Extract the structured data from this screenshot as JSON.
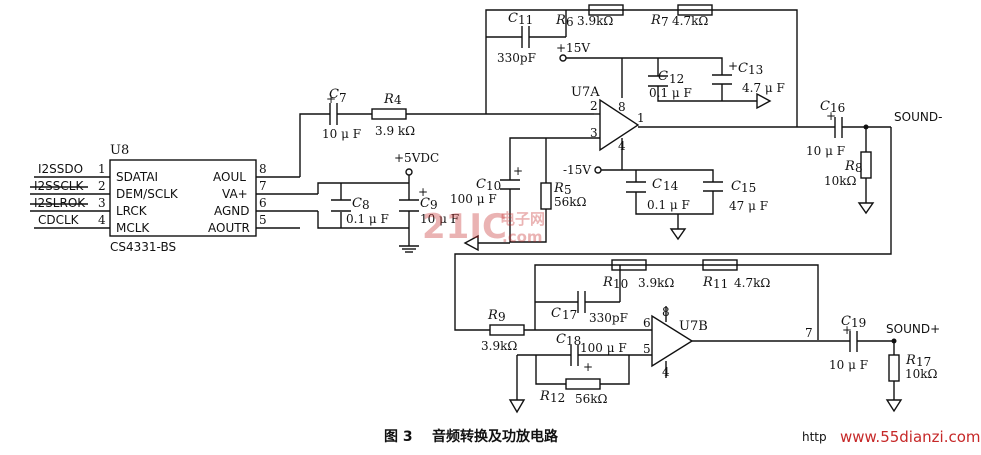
{
  "caption": {
    "fig": "图 3",
    "title": "音频转换及功放电路"
  },
  "watermark": {
    "prefix": "http",
    "site": "www.55dianzi.com",
    "logo_main": "21IC",
    "logo_sub": "电子网",
    "logo_url": ".com"
  },
  "ic": {
    "ref": "U8",
    "part": "CS4331-BS",
    "left_pins": [
      {
        "net": "I2SSDO",
        "name": "SDATAI",
        "num": "1"
      },
      {
        "net": "I2SSCLK",
        "name": "DEM/SCLK",
        "num": "2"
      },
      {
        "net": "I2SLROK",
        "name": "LRCK",
        "num": "3"
      },
      {
        "net": "CDCLK",
        "name": "MCLK",
        "num": "4"
      }
    ],
    "right_pins": [
      {
        "name": "AOUL",
        "num": "8"
      },
      {
        "name": "VA+",
        "num": "7"
      },
      {
        "name": "AGND",
        "num": "6"
      },
      {
        "name": "AOUTR",
        "num": "5"
      }
    ]
  },
  "supply": {
    "vdc": "+5VDC",
    "pos15": "+15V",
    "neg15": "-15V"
  },
  "opamps": {
    "a": {
      "ref": "U7A",
      "pin_in_neg": "2",
      "pin_in_pos": "3",
      "pin_out": "1",
      "pin_vcc": "8",
      "pin_vee": "4"
    },
    "b": {
      "ref": "U7B",
      "pin_in_neg": "6",
      "pin_in_pos": "5",
      "pin_out": "7",
      "pin_vcc": "8",
      "pin_vee": "4"
    }
  },
  "parts": {
    "c7": {
      "ref": "C",
      "sub": "7",
      "value": "10 μ F"
    },
    "r4": {
      "ref": "R",
      "sub": "4",
      "value": "3.9 kΩ"
    },
    "c8": {
      "ref": "C",
      "sub": "8",
      "value": "0.1 μ F"
    },
    "c9": {
      "ref": "C",
      "sub": "9",
      "value": "10 μ F"
    },
    "c10": {
      "ref": "C",
      "sub": "10",
      "value": "100 μ F"
    },
    "r5": {
      "ref": "R",
      "sub": "5",
      "value": "56kΩ"
    },
    "c11": {
      "ref": "C",
      "sub": "11",
      "value": "330pF"
    },
    "r6": {
      "ref": "R",
      "sub": "6",
      "value": "3.9kΩ"
    },
    "r7": {
      "ref": "R",
      "sub": "7",
      "value": "4.7kΩ"
    },
    "c12": {
      "ref": "C",
      "sub": "12",
      "value": "0.1 μ F"
    },
    "c13": {
      "ref": "C",
      "sub": "13",
      "value": "4.7 μ F"
    },
    "c14": {
      "ref": "C",
      "sub": "14",
      "value": "0.1 μ F"
    },
    "c15": {
      "ref": "C",
      "sub": "15",
      "value": "47 μ F"
    },
    "c16": {
      "ref": "C",
      "sub": "16",
      "value": "10 μ F"
    },
    "r8": {
      "ref": "R",
      "sub": "8",
      "value": "10kΩ"
    },
    "r9": {
      "ref": "R",
      "sub": "9",
      "value": "3.9kΩ"
    },
    "c17": {
      "ref": "C",
      "sub": "17",
      "value": "330pF"
    },
    "r10": {
      "ref": "R",
      "sub": "10",
      "value": "3.9kΩ"
    },
    "r11": {
      "ref": "R",
      "sub": "11",
      "value": "4.7kΩ"
    },
    "c18": {
      "ref": "C",
      "sub": "18",
      "value": "100 μ F"
    },
    "r12": {
      "ref": "R",
      "sub": "12",
      "value": "56kΩ"
    },
    "c19": {
      "ref": "C",
      "sub": "19",
      "value": "10 μ F"
    },
    "r17": {
      "ref": "R",
      "sub": "17",
      "value": "10kΩ"
    }
  },
  "outputs": {
    "minus": "SOUND-",
    "plus": "SOUND+"
  },
  "polarity": "+"
}
